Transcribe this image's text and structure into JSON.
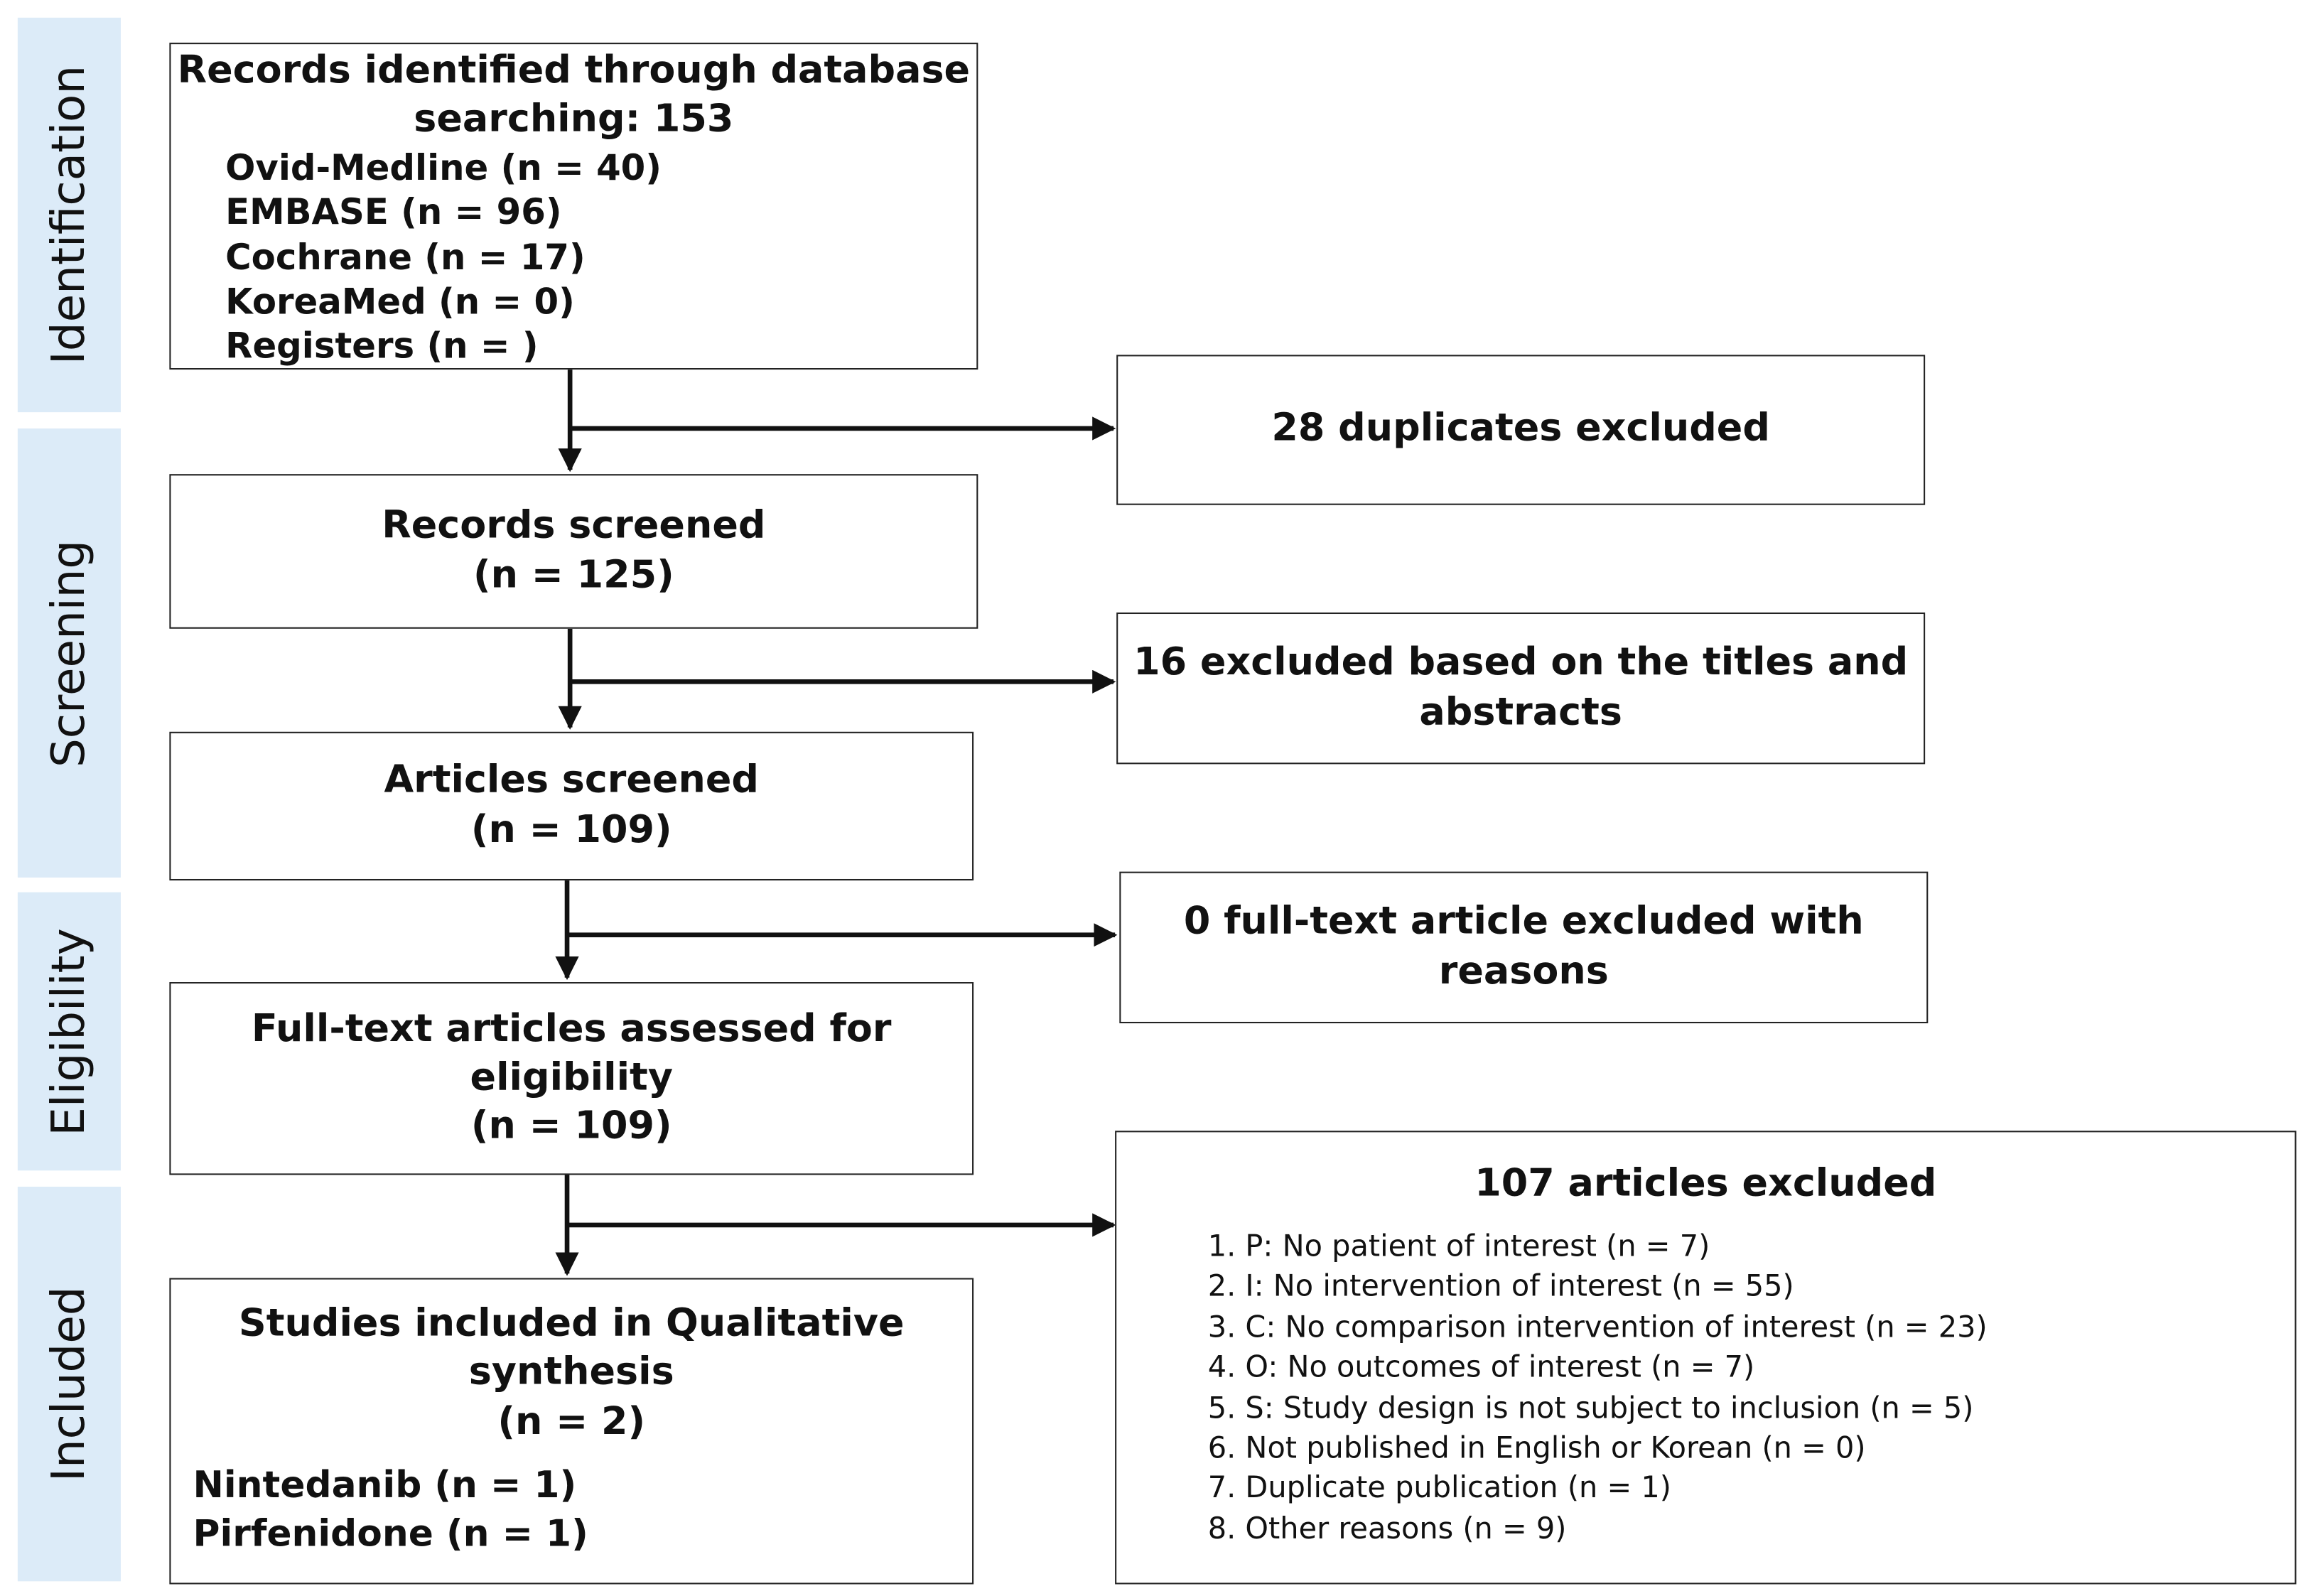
{
  "phases": [
    "Identification",
    "Screening",
    "Eligibility",
    "Included"
  ],
  "identification_box": {
    "title_line1": "Records identified through database",
    "title_line2": "searching: 153",
    "sources": [
      "Ovid-Medline (n = 40)",
      "EMBASE (n = 96)",
      "Cochrane (n = 17)",
      "KoreaMed (n = 0)",
      "Registers (n = )"
    ]
  },
  "duplicates_box": {
    "text": "28 duplicates excluded"
  },
  "records_screened_box": {
    "line1": "Records screened",
    "line2": "(n = 125)"
  },
  "titles_excluded_box": {
    "line1": "16 excluded based on the titles and",
    "line2": "abstracts"
  },
  "articles_screened_box": {
    "line1": "Articles screened",
    "line2": "(n = 109)"
  },
  "fulltext_excluded_box": {
    "line1": "0 full-text article excluded with",
    "line2": "reasons"
  },
  "eligibility_box": {
    "line1": "Full-text articles assessed for eligibility",
    "line2": "(n = 109)"
  },
  "articles_excluded_box": {
    "title": "107 articles excluded",
    "reasons": [
      "1. P: No patient of interest (n = 7)",
      "2. I: No intervention of interest (n = 55)",
      "3. C: No comparison intervention of interest (n = 23)",
      "4. O: No outcomes of interest (n = 7)",
      "5. S: Study design is not subject to inclusion (n = 5)",
      "6. Not published in English or Korean (n = 0)",
      "7. Duplicate publication (n = 1)",
      "8. Other reasons (n = 9)"
    ]
  },
  "included_box": {
    "line1": "Studies included in Qualitative",
    "line2": "synthesis",
    "line3": "(n = 2)",
    "studies": [
      "Nintedanib (n = 1)",
      "Pirfenidone (n = 1)"
    ]
  }
}
